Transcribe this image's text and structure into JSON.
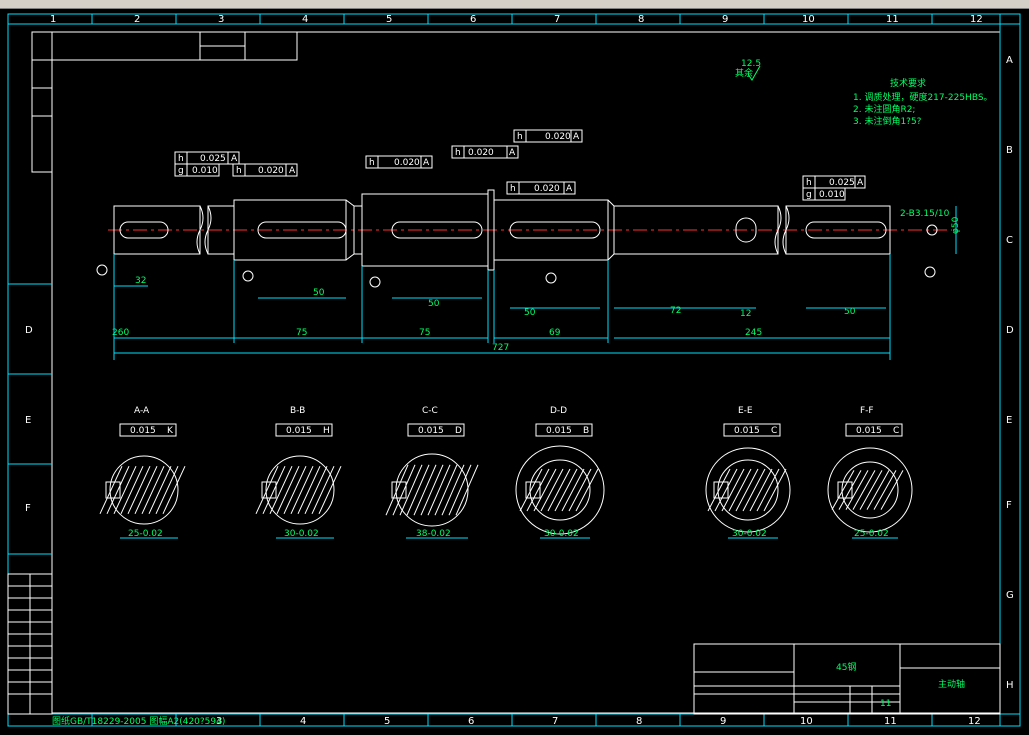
{
  "window": {
    "tabs": [
      "",
      "",
      "",
      "",
      "",
      ""
    ]
  },
  "frame": {
    "col_numbers": [
      "1",
      "2",
      "3",
      "4",
      "5",
      "6",
      "7",
      "8",
      "9",
      "10",
      "11",
      "12"
    ],
    "bottom_numbers": [
      "3",
      "4",
      "5",
      "6",
      "7",
      "8",
      "9",
      "10",
      "11",
      "12"
    ],
    "row_letters_right": [
      "A",
      "B",
      "C",
      "D",
      "E",
      "F",
      "G",
      "H"
    ],
    "row_letters_left": [
      "D",
      "E",
      "F"
    ]
  },
  "notes": {
    "title": "技术要求",
    "lines": [
      "1. 调质处理，硬度217-225HBS。",
      "2. 未注圆角R2;",
      "3. 未注倒角1?5?"
    ],
    "roughness": "12.5",
    "roughness_label": "其余"
  },
  "tolerances": {
    "h_0025_a": [
      "h",
      "0.025",
      "A"
    ],
    "g_0010": [
      "g",
      "0.010"
    ],
    "h_0020_a_1": [
      "h",
      "0.020",
      "A"
    ],
    "h_0020_a_2": [
      "h",
      "0.020",
      "A"
    ],
    "h_0020_a_3": [
      "h",
      "0.020",
      "A"
    ],
    "h_0020_a_4": [
      "h",
      "0.020",
      "A"
    ],
    "h_0020_a_5": [
      "h",
      "0.020",
      "A"
    ],
    "h_0025_a_right": [
      "h",
      "0.025",
      "A"
    ],
    "g_0010_right": [
      "g",
      "0.010"
    ]
  },
  "dimensions": {
    "d32": "32",
    "d50a": "50",
    "d50b": "50",
    "d50c": "50",
    "d50d": "50",
    "d72": "72",
    "d12": "12",
    "d260": "260",
    "d75a": "75",
    "d75b": "75",
    "d69": "69",
    "d245": "245",
    "d727": "727",
    "phi50": "φ50",
    "chamfer": "2-B3.15/10"
  },
  "sections": [
    {
      "label": "A-A",
      "tol": "0.015",
      "datum": "K",
      "dim": "25-0.02"
    },
    {
      "label": "B-B",
      "tol": "0.015",
      "datum": "H",
      "dim": "30-0.02"
    },
    {
      "label": "C-C",
      "tol": "0.015",
      "datum": "D",
      "dim": "38-0.02"
    },
    {
      "label": "D-D",
      "tol": "0.015",
      "datum": "B",
      "dim": "30-0.02"
    },
    {
      "label": "E-E",
      "tol": "0.015",
      "datum": "C",
      "dim": "30-0.02"
    },
    {
      "label": "F-F",
      "tol": "0.015",
      "datum": "C",
      "dim": "25-0.02"
    }
  ],
  "title_block": {
    "material": "45钢",
    "part_name": "主动轴",
    "sheet": "11",
    "bottom_left": "图纸GB/T18229-2005 图幅A2(420?594)"
  }
}
